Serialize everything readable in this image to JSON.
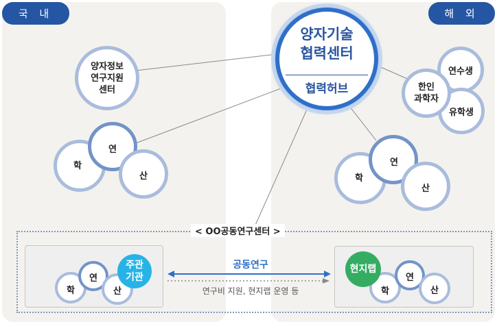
{
  "regions": {
    "domestic": "국 내",
    "overseas": "해 외"
  },
  "hub": {
    "title_line1": "양자기술",
    "title_line2": "협력센터",
    "subtitle": "협력허브"
  },
  "domestic": {
    "info_center": [
      "양자정보",
      "연구지원",
      "센터"
    ],
    "triad": {
      "hak": "학",
      "yeon": "연",
      "san": "산"
    }
  },
  "overseas": {
    "korean_scientists": [
      "한인",
      "과학자"
    ],
    "trainees": "연수생",
    "students": "유학생",
    "triad": {
      "hak": "학",
      "yeon": "연",
      "san": "산"
    }
  },
  "joint_center": {
    "title": "< OO공동연구센터 >",
    "left": {
      "lead": [
        "주관",
        "기관"
      ],
      "triad": {
        "hak": "학",
        "yeon": "연",
        "san": "산"
      }
    },
    "right": {
      "lab": "현지랩",
      "triad": {
        "hak": "학",
        "yeon": "연",
        "san": "산"
      }
    },
    "arrow_label": "공동연구",
    "arrow_sub": "연구비 지원, 현지랩 운영 등"
  },
  "colors": {
    "tab": "#2556a3",
    "hub_ring": "#2f6fc9",
    "lead_badge": "#28b3e6",
    "lab_badge": "#34ad63"
  }
}
